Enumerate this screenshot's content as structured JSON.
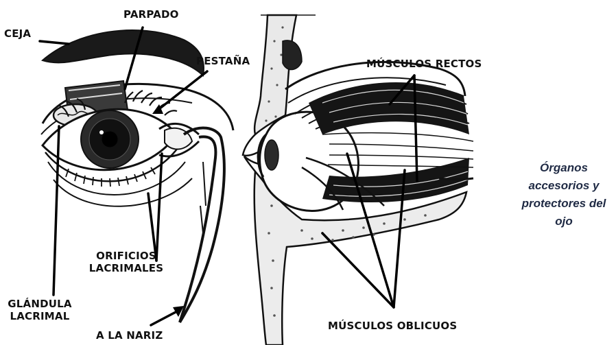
{
  "labels": {
    "ceja": "CEJA",
    "parpado": "PARPADO",
    "pestana": "PESTAÑA",
    "musculos_rectos": "MÚSCULOS RECTOS",
    "orificios_1": "ORIFICIOS",
    "orificios_2": "LACRIMALES",
    "glandula_1": "GLÁNDULA",
    "glandula_2": "LACRIMAL",
    "nariz": "A LA NARIZ",
    "musculos_oblicuos": "MÚSCULOS OBLICUOS"
  },
  "caption": "Órganos accesorios y protectores del ojo"
}
